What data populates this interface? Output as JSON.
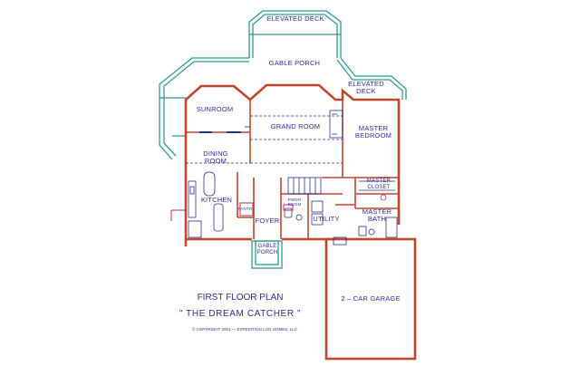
{
  "plan": {
    "title": "FIRST FLOOR PLAN",
    "subtitle": "\" THE DREAM CATCHER \"",
    "copyright": "© COPYRIGHT 2001 — EXPEDITION LOG HOMES, LLC"
  },
  "rooms": {
    "elevated_deck_top": "ELEVATED DECK",
    "gable_porch_top": "GABLE PORCH",
    "elevated_deck_right_1": "ELEVATED",
    "elevated_deck_right_2": "DECK",
    "sunroom": "SUNROOM",
    "grand_room": "GRAND ROOM",
    "master_bedroom_1": "MASTER",
    "master_bedroom_2": "BEDROOM",
    "dining_room_1": "DINING",
    "dining_room_2": "ROOM",
    "kitchen": "KITCHEN",
    "pantry": "PANTRY",
    "foyer": "FOYER",
    "powder_room_1": "PWDR",
    "powder_room_2": "ROOM",
    "utility": "UTILITY",
    "master_closet_1": "MASTER",
    "master_closet_2": "CLOSET",
    "master_bath_1": "MASTER",
    "master_bath_2": "BATH",
    "gable_porch_front_1": "GABLE",
    "gable_porch_front_2": "PORCH",
    "garage": "2 – CAR GARAGE"
  },
  "colors": {
    "wall": "#c2452d",
    "deck": "#2e9a8c",
    "fixture": "#2b2f8f",
    "accent": "#b0306a",
    "label": "#2b2f8f"
  }
}
